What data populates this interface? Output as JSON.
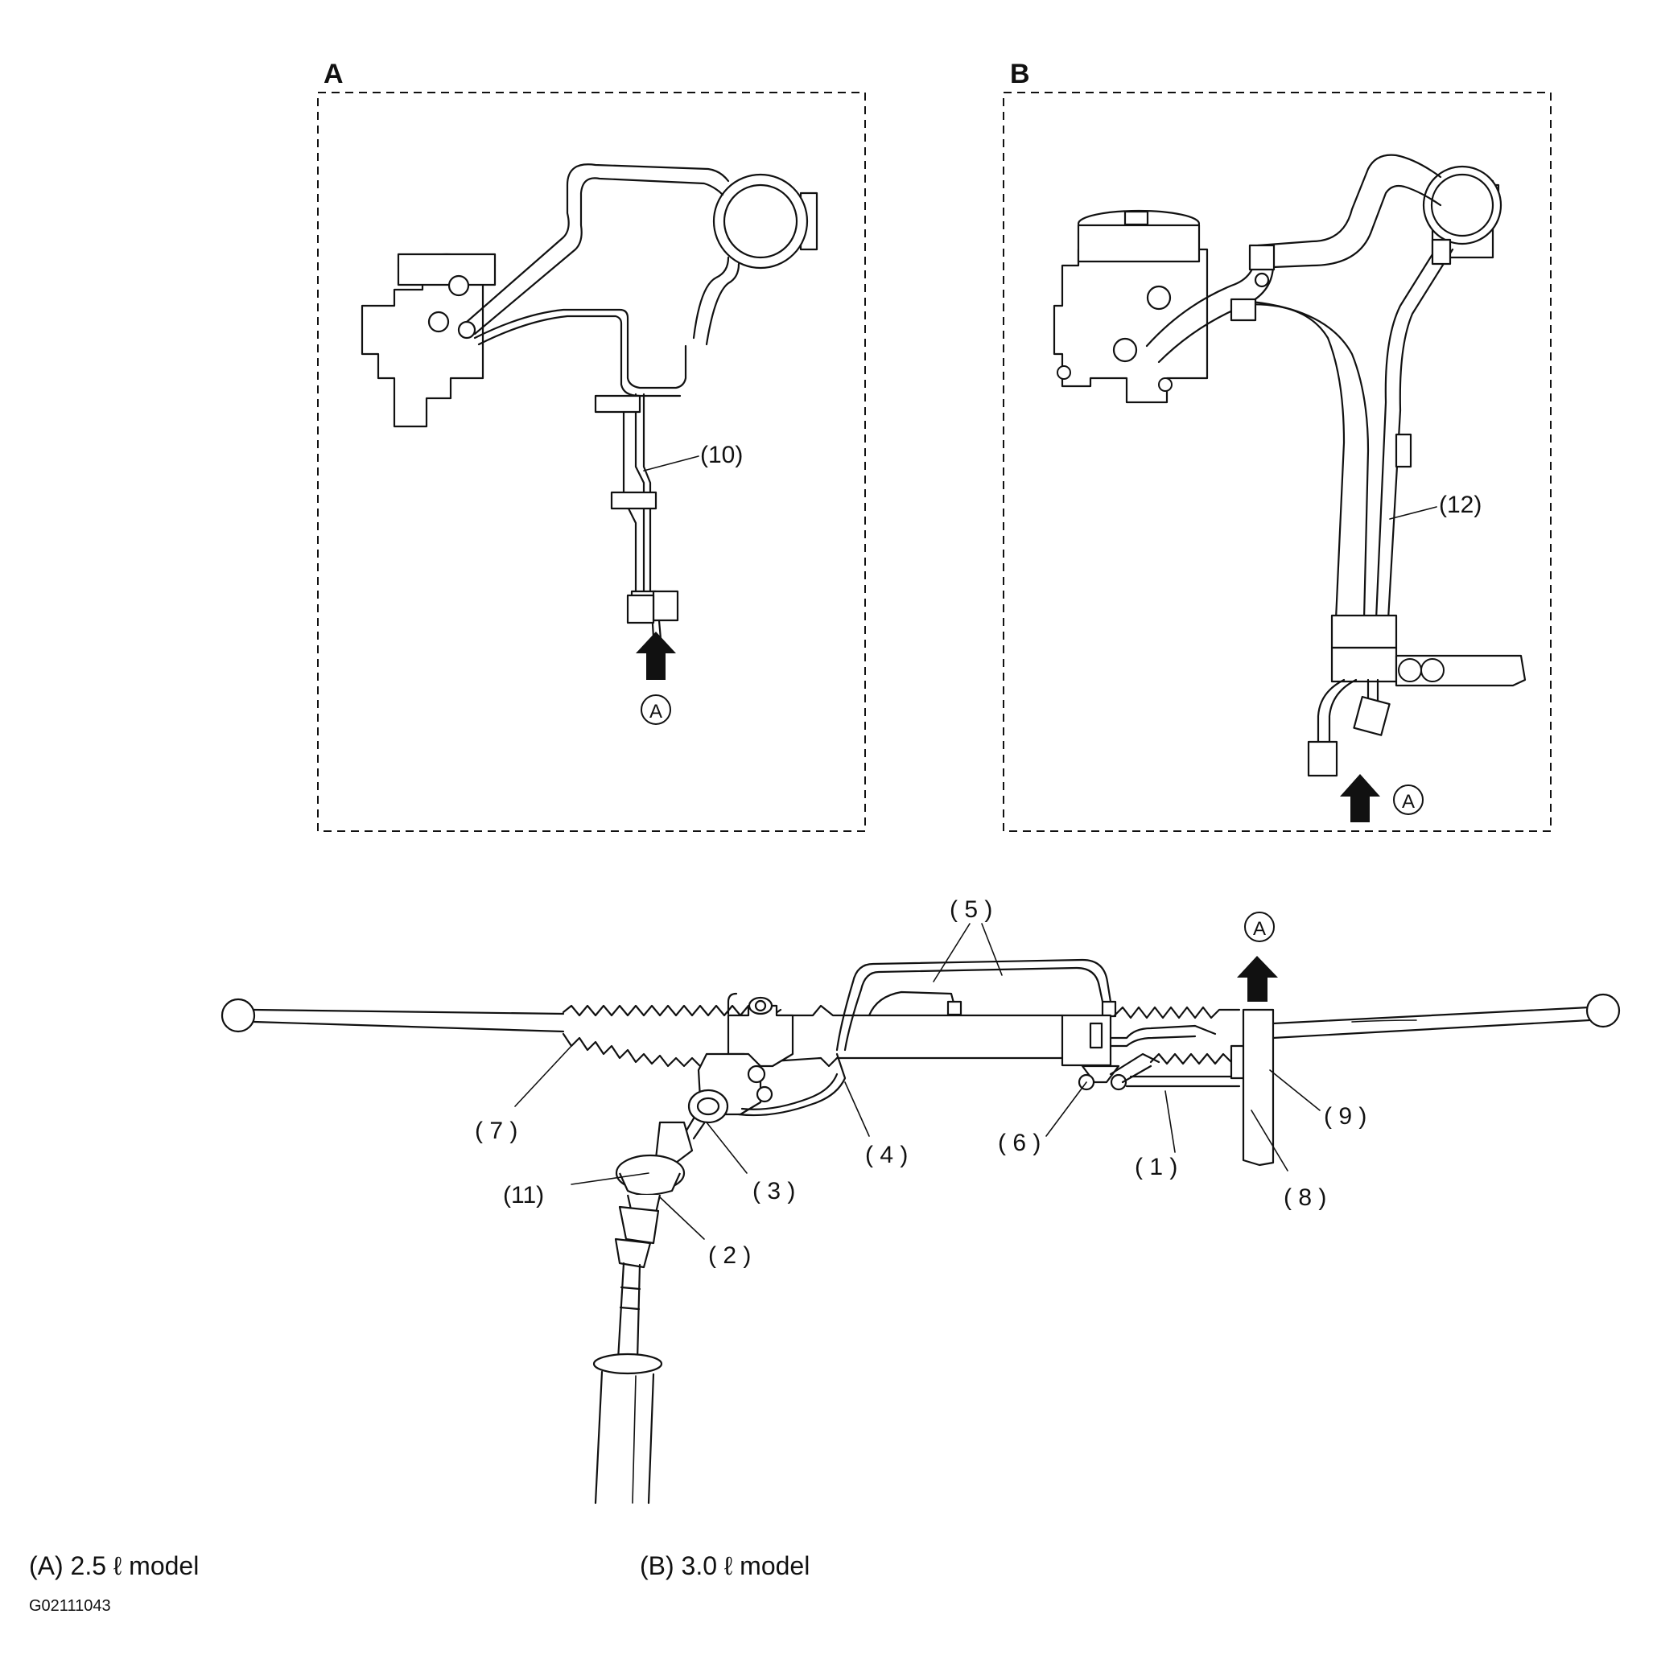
{
  "panels": {
    "a": {
      "title": "A",
      "callout_10": "(10)",
      "arrow_label": "A"
    },
    "b": {
      "title": "B",
      "callout_12": "(12)",
      "arrow_label": "A"
    }
  },
  "rack": {
    "arrow_label": "A",
    "callouts": {
      "c1": "( 1 )",
      "c2": "( 2 )",
      "c3": "( 3 )",
      "c4": "( 4 )",
      "c5": "( 5 )",
      "c6": "( 6 )",
      "c7": "( 7 )",
      "c8": "( 8 )",
      "c9": "( 9 )",
      "c11": "(11)"
    }
  },
  "legend": {
    "a": "(A)   2.5 ℓ model",
    "b": "(B)   3.0 ℓ model"
  },
  "figure_code": "G02111043"
}
